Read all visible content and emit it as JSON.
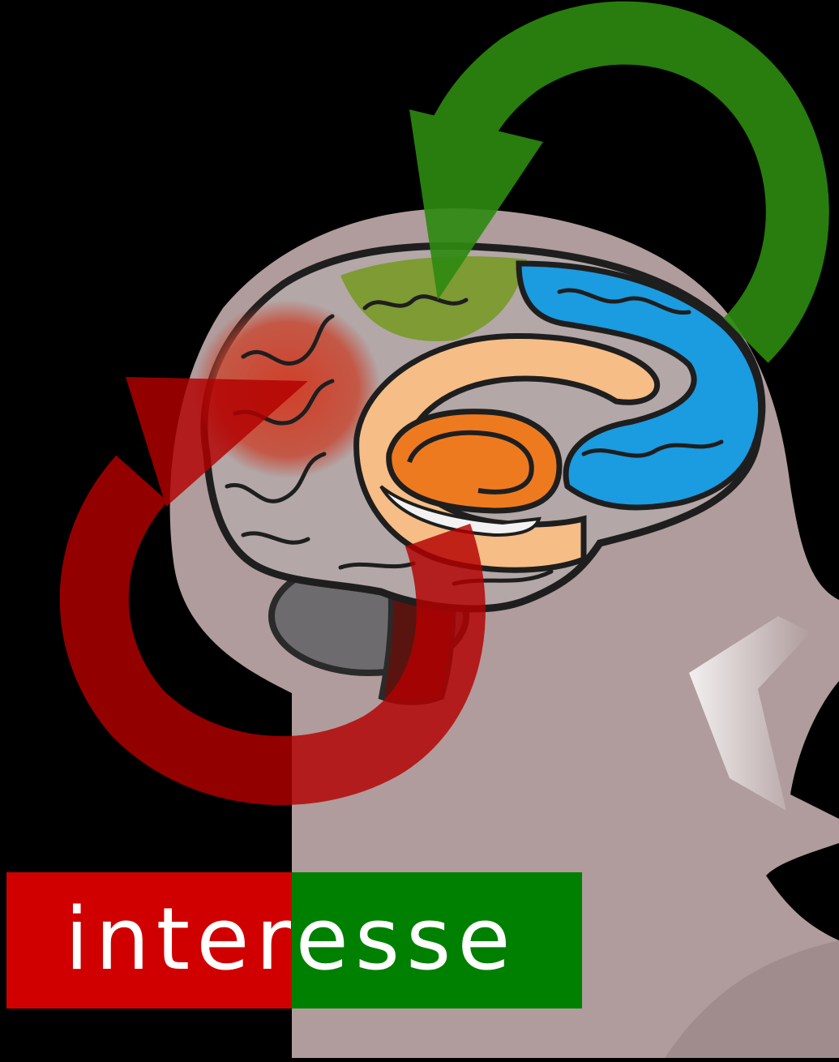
{
  "label": {
    "word": "interesse",
    "left_color": "#d10000",
    "right_color": "#008000",
    "text_color": "#ffffff"
  },
  "colors": {
    "background": "#000000",
    "head": "#b09c9c",
    "brain_gray": "#b3a7a7",
    "cerebellum": "#6d6b6d",
    "frontal_red": "#c0402e",
    "parietal_green": "#7a9a2a",
    "occipital_blue": "#1b9be0",
    "cingulate_peach": "#f6bd86",
    "limbic_orange": "#ee7a20",
    "arrow_green": "#2e8a10",
    "arrow_red": "#b30000"
  },
  "icons": [
    "head-silhouette",
    "brain-illustration",
    "cycle-arrow-green",
    "cycle-arrow-red"
  ]
}
